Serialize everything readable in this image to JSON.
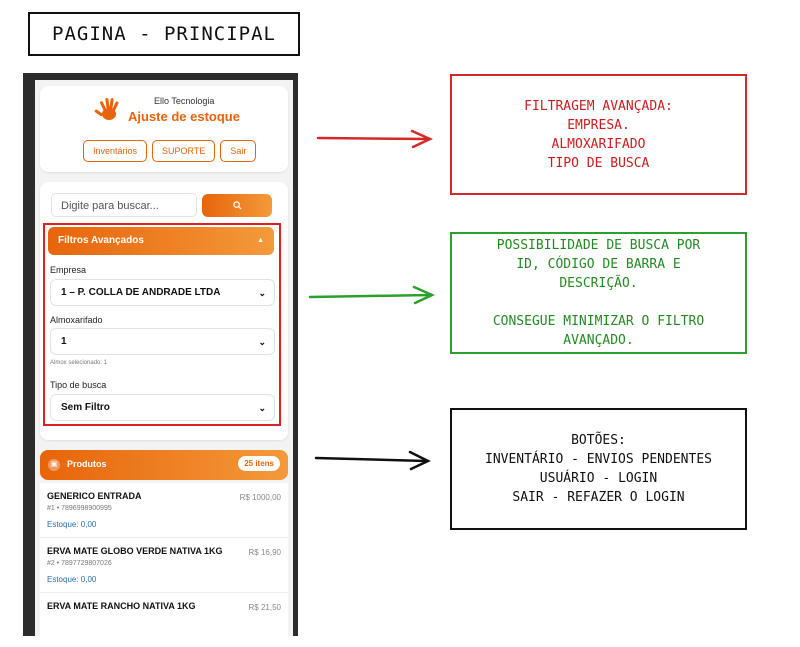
{
  "title": "PAGINA - PRINCIPAL",
  "colors": {
    "accent_orange": "#e8640a",
    "red_note": "#d62828",
    "green_note": "#2ca02c",
    "black_note": "#111111",
    "link_blue": "#2a6fb0"
  },
  "app": {
    "company": "Ello Tecnologia",
    "title": "Ajuste de estoque",
    "logo_icon": "hand-icon",
    "nav": [
      "Inventários",
      "SUPORTE",
      "Sair"
    ]
  },
  "search": {
    "placeholder": "Digite para buscar...",
    "button_icon": "search-icon"
  },
  "filters": {
    "header": "Filtros Avançados",
    "empresa_label": "Empresa",
    "empresa_value": "1 – P. COLLA DE ANDRADE LTDA",
    "almox_label": "Almoxarifado",
    "almox_value": "1",
    "almox_note": "Almox selecionado: 1",
    "tipo_label": "Tipo de busca",
    "tipo_value": "Sem Filtro"
  },
  "products": {
    "header": "Produtos",
    "count": "25 itens",
    "items": [
      {
        "name": "GENERICO ENTRADA",
        "price": "R$ 1000,00",
        "code": "#1 • 7896998900995",
        "stock": "Estoque: 0,00"
      },
      {
        "name": "ERVA MATE GLOBO VERDE NATIVA 1KG",
        "price": "R$ 16,90",
        "code": "#2 • 7897729807026",
        "stock": "Estoque: 0,00"
      },
      {
        "name": "ERVA MATE RANCHO NATIVA 1KG",
        "price": "R$ 21,50",
        "code": "",
        "stock": ""
      }
    ]
  },
  "notes": {
    "red": [
      "FILTRAGEM AVANÇADA:",
      "EMPRESA.",
      "ALMOXARIFADO",
      "TIPO DE BUSCA"
    ],
    "green": [
      "POSSIBILIDADE DE BUSCA POR",
      "ID, CÓDIGO DE BARRA E",
      "DESCRIÇÃO.",
      "",
      "CONSEGUE MINIMIZAR O FILTRO",
      "AVANÇADO."
    ],
    "black": [
      "BOTÕES:",
      "INVENTÁRIO - ENVIOS PENDENTES",
      "USUÁRIO - LOGIN",
      "SAIR - REFAZER O LOGIN"
    ]
  }
}
